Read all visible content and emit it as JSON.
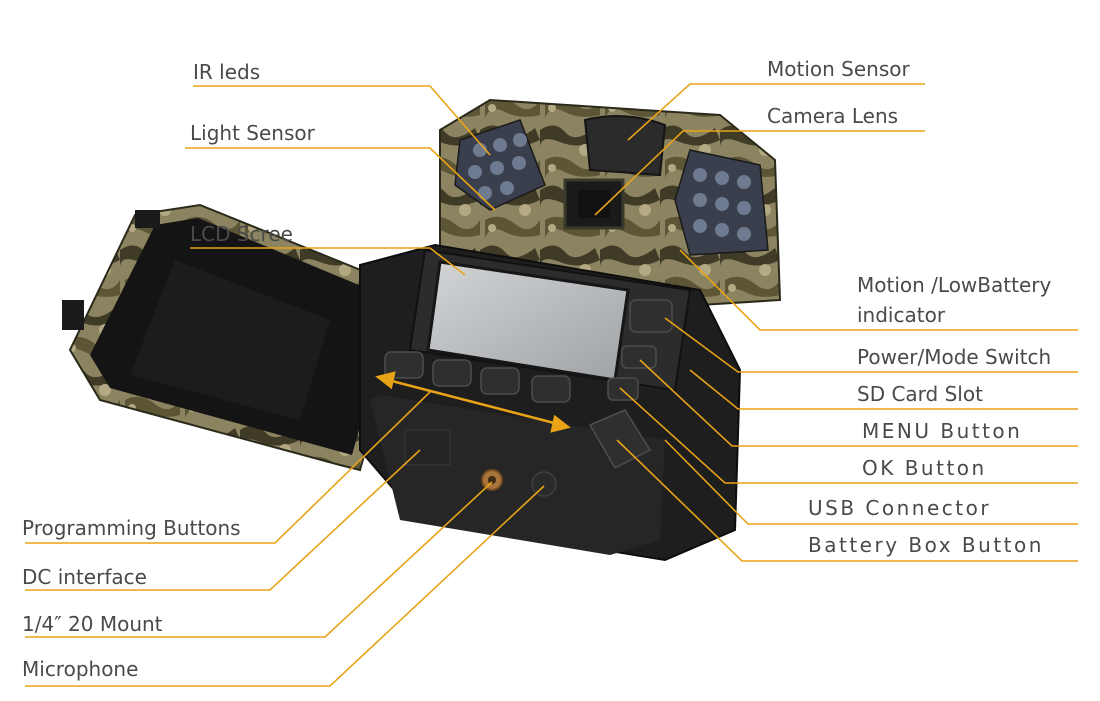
{
  "labels": {
    "ir_leds": "IR leds",
    "light_sensor": "Light Sensor",
    "lcd_screen": "LCD Scree",
    "programming_buttons": "Programming Buttons",
    "dc_interface": "DC interface",
    "mount": "1/4″ 20 Mount",
    "microphone": "Microphone",
    "motion_sensor": "Motion Sensor",
    "camera_lens": "Camera Lens",
    "motion_lowbattery_line1": "Motion /LowBattery",
    "motion_lowbattery_line2": "indicator",
    "power_mode_switch": "Power/Mode Switch",
    "sd_card_slot": "SD Card Slot",
    "menu_button": "MENU Button",
    "ok_button": "OK Button",
    "usb_connector": "USB Connector",
    "battery_box_button": "Battery Box Button"
  },
  "colors": {
    "leader_line": "#e8a317",
    "text": "#4a4a4a",
    "camera_body": "#1e1e1e",
    "camo_light": "#8c8460",
    "camo_dark": "#3f3b26",
    "screen": "#b9bbbd"
  }
}
